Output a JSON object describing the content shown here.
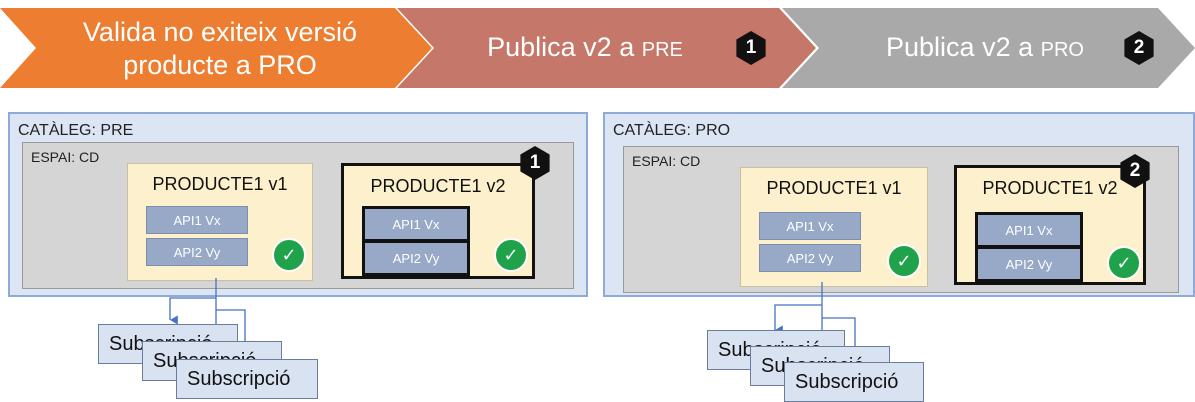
{
  "steps": [
    {
      "text": "Valida no exiteix versió producte a PRO",
      "color": "#ed7d31"
    },
    {
      "text_main": "Publica v2 a",
      "text_env": "PRE",
      "badge": "1",
      "color": "#c5776a"
    },
    {
      "text_main": "Publica v2 a",
      "text_env": "PRO",
      "badge": "2",
      "color": "#a9a9a9"
    }
  ],
  "catalogs": [
    {
      "label": "CATÀLEG: PRE",
      "space_label": "ESPAI: CD",
      "badge": "1",
      "product_v1": {
        "title": "PRODUCTE1 v1",
        "apis": [
          "API1 Vx",
          "API2 Vy"
        ]
      },
      "product_v2": {
        "title": "PRODUCTE1 v2",
        "apis": [
          "API1 Vx",
          "API2 Vy"
        ]
      },
      "subscriptions": [
        "Subscripció",
        "Subscripció",
        "Subscripció"
      ]
    },
    {
      "label": "CATÀLEG: PRO",
      "space_label": "ESPAI: CD",
      "badge": "2",
      "product_v1": {
        "title": "PRODUCTE1 v1",
        "apis": [
          "API1 Vx",
          "API2 Vy"
        ]
      },
      "product_v2": {
        "title": "PRODUCTE1 v2",
        "apis": [
          "API1 Vx",
          "API2 Vy"
        ]
      },
      "subscriptions": [
        "Subscripció",
        "Subscripció",
        "Subscripció"
      ]
    }
  ],
  "colors": {
    "check": "#1fa24a",
    "catalog_bg": "#dce5f4",
    "product_bg": "#fdf0cd",
    "api_bg": "#97a9c7",
    "arrow": "#4472c4"
  }
}
